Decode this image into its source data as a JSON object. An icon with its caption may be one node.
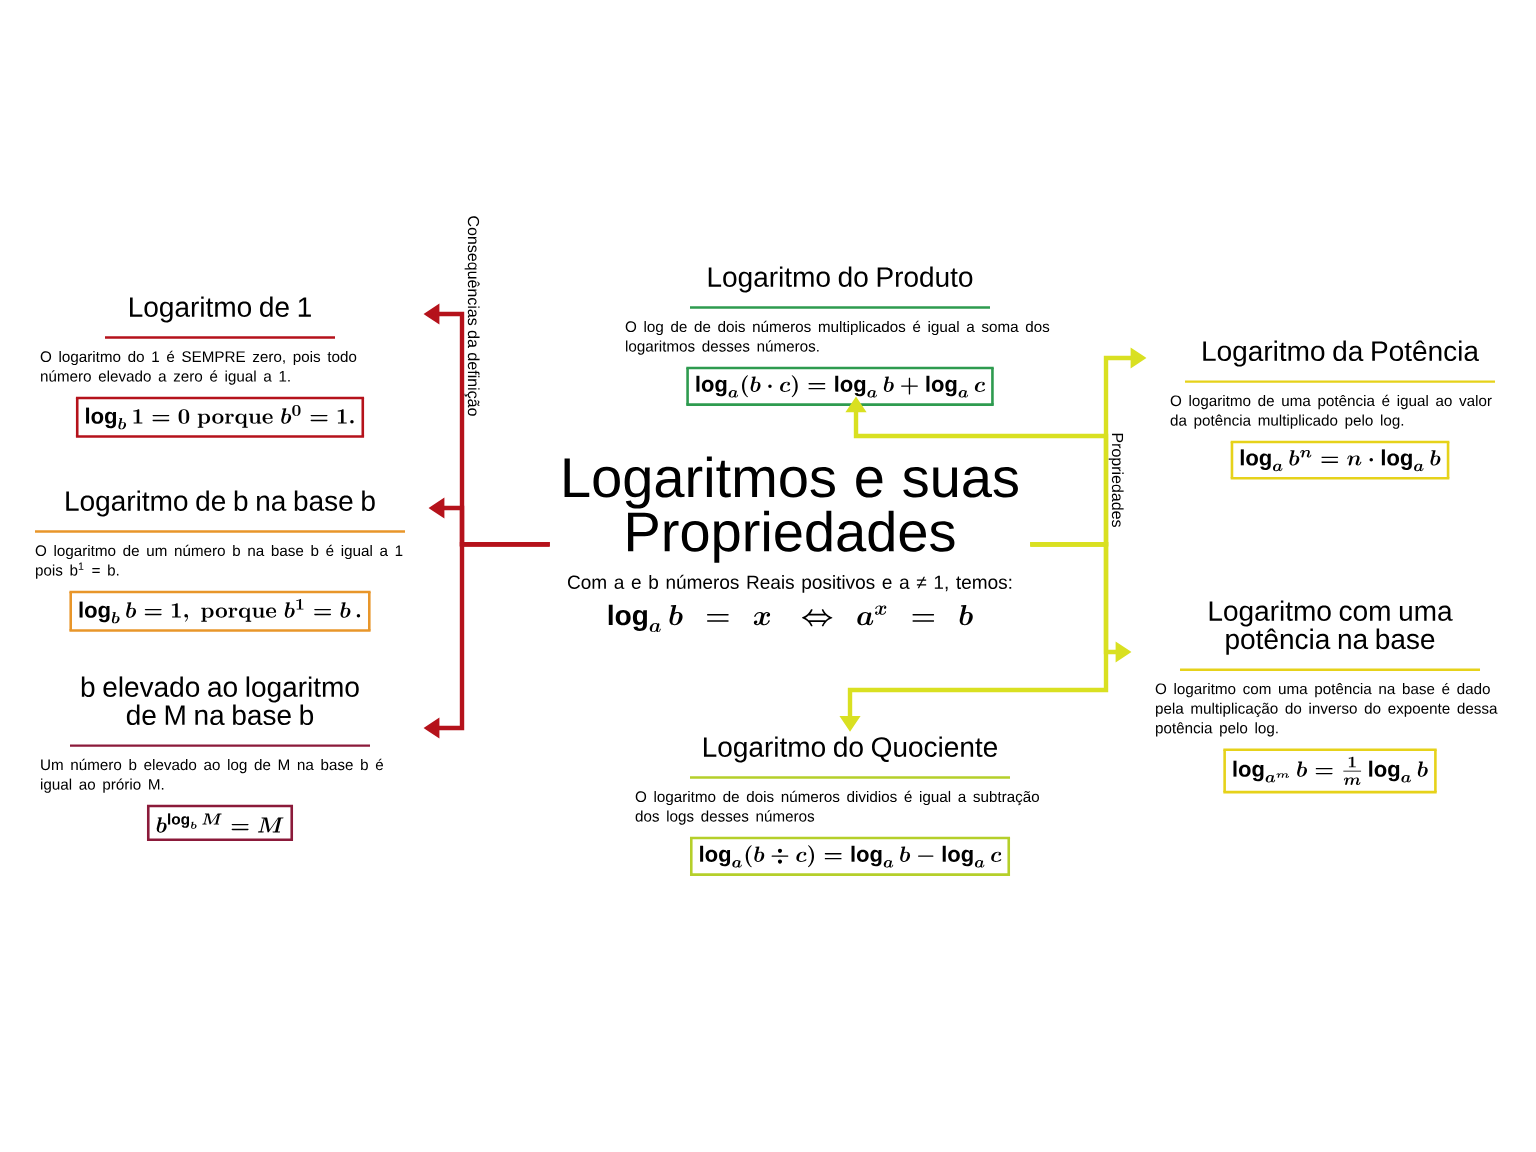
{
  "diagram": {
    "nodes": [
      {
        "text": [
          "Logaritmos e suas Propriedades",
          "Com a e b números Reais positivos e a ≠ 1, temos:",
          "\\log_a b = x \\ \\Leftrightarrow a^x = b"
        ]
      },
      {
        "text": [
          "Logaritmo de 1",
          "O logaritmo do 1 é SEMPRE zero, pois todo número elevado a zero é igual a 1.",
          "\\log_b 1 = 0 \\ \\mathbf{porque}\\ b^0 = 1."
        ]
      },
      {
        "text": [
          "Logaritmo de b na base b",
          "O logaritmo de um número b na base b é igual a 1 pois b$^{1}$ = b.",
          "\\log_b b = 1,\\ \\mathbf{porque}\\ b^1 = b\\,."
        ]
      },
      {
        "text": [
          "b elevado ao logaritmo de M na base b",
          "Um número b elevado ao log de M na base b é igual ao prório M.",
          "b^{\\log_b M} = M"
        ]
      },
      {
        "text": [
          "Logaritmo do Produto",
          "O log de de dois números multiplicados é igual a soma dos logaritmos desses números.",
          "\\log_a(b \\cdot c) = \\log_a b + \\log_a c"
        ]
      },
      {
        "text": [
          "Logaritmo do Quociente",
          "O logaritmo de dois números dividios é igual a subtração dos logs desses números",
          "\\log_a(b \\div c) = \\log_a b - \\log_a c"
        ]
      },
      {
        "text": [
          "Logaritmo da Potência",
          "O logaritmo de uma potência é igual ao valor da potência multiplicado pelo log.",
          "\\log_a b^n = n \\cdot \\log_a b"
        ]
      },
      {
        "text": [
          "Logaritmo com uma potência na base",
          "O logaritmo com uma potência na base é dado pela multiplicação do inverso do expoente dessa potência pelo log.",
          "\\log_{a^m} b = \\frac{1}{m} \\log_a b"
        ]
      }
    ],
    "edges": [
      {
        "from": 0,
        "to": 1,
        "arrow": "to",
        "color": "#b5121b"
      },
      {
        "from": 0,
        "to": 2,
        "arrow": "to",
        "color": "#b5121b"
      },
      {
        "from": 0,
        "to": 3,
        "arrow": "to",
        "color": "#b5121b"
      },
      {
        "from": 0,
        "to": 4,
        "arrow": "to"
      },
      {
        "from": 0,
        "to": 6,
        "arrow": "to"
      },
      {
        "from": 0,
        "to": 7,
        "arrow": "to"
      },
      {
        "from": 0,
        "to": 5,
        "arrow": "to"
      }
    ],
    "labels": [
      "Consequências da definição",
      "Propriedades"
    ]
  }
}
